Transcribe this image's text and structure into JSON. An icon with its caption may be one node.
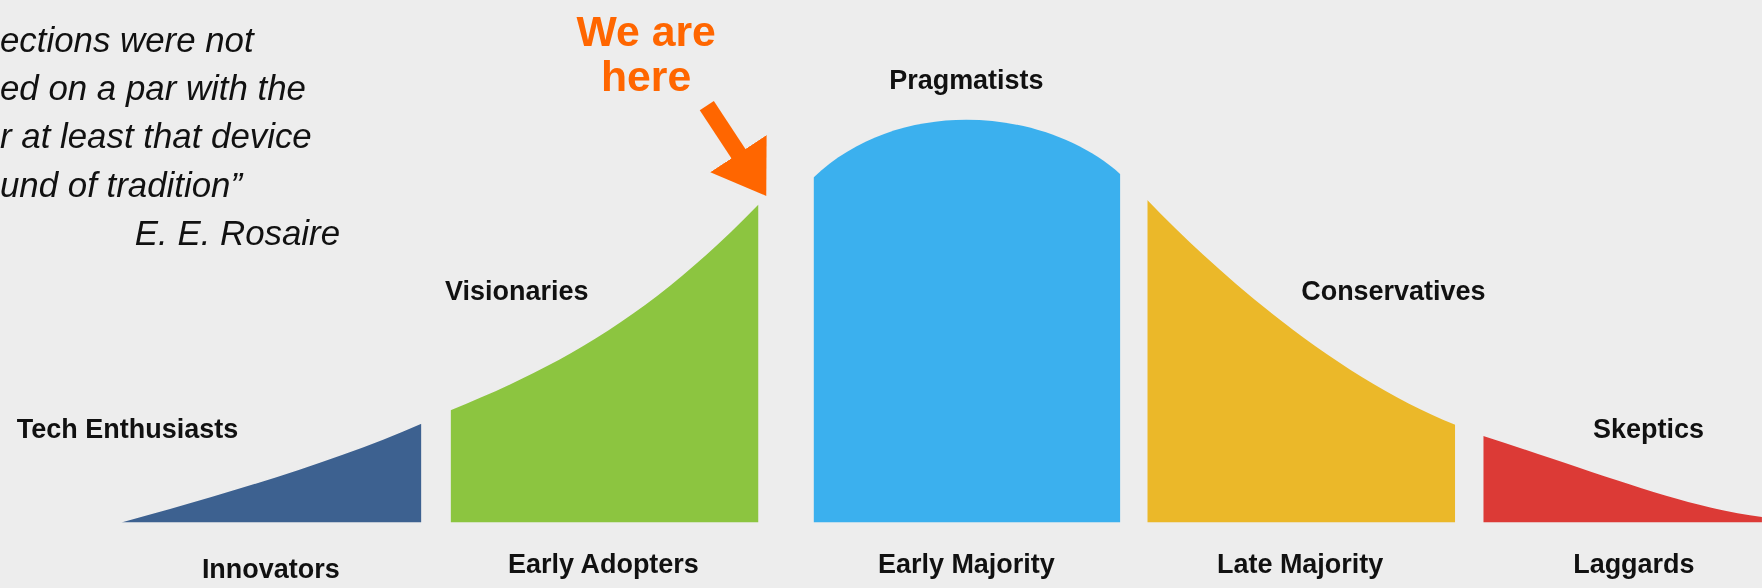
{
  "diagram": {
    "nodes": [
      {
        "text": [
          "We are here"
        ]
      },
      {
        "text": [
          "Tech Enthusiasts",
          "Innovators"
        ]
      },
      {
        "text": [
          "Visionaries",
          "Early Adopters"
        ]
      },
      {
        "text": [
          "Pragmatists",
          "Early Majority"
        ]
      },
      {
        "text": [
          "Conservatives",
          "Late Majority"
        ]
      },
      {
        "text": [
          "Skeptics",
          "Laggards"
        ]
      }
    ],
    "edges": [
      {
        "from": 0,
        "to": 2,
        "arrow": "to",
        "color": "#ff6600"
      }
    ],
    "labels": [
      "ections were not",
      "ed on a par with the",
      "r at least that device",
      "und of tradition”",
      "E. E. Rosaire"
    ]
  }
}
